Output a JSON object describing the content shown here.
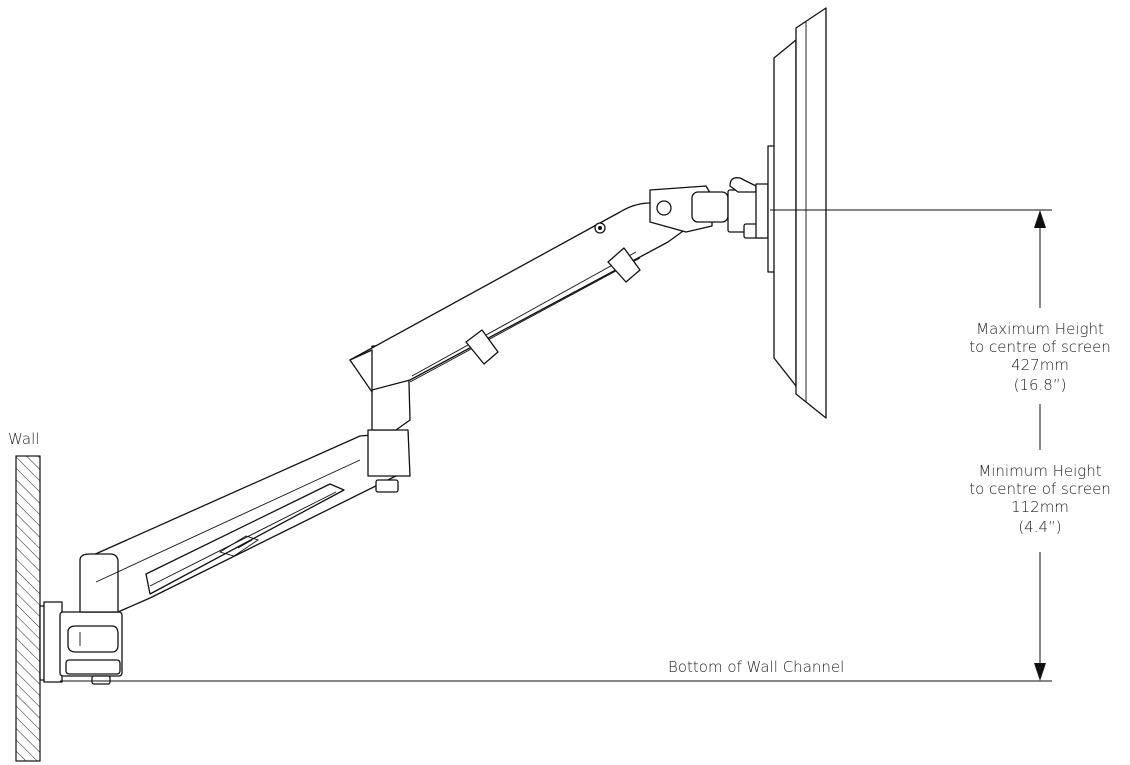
{
  "labels": {
    "wall": "Wall",
    "bottom_channel": "Bottom of Wall Channel",
    "max_height": {
      "line1": "Maximum Height",
      "line2": "to centre of screen",
      "metric": "427mm",
      "imperial": "(16.8”)"
    },
    "min_height": {
      "line1": "Minimum Height",
      "line2": "to centre of screen",
      "metric": "112mm",
      "imperial": "(4.4”)"
    }
  }
}
